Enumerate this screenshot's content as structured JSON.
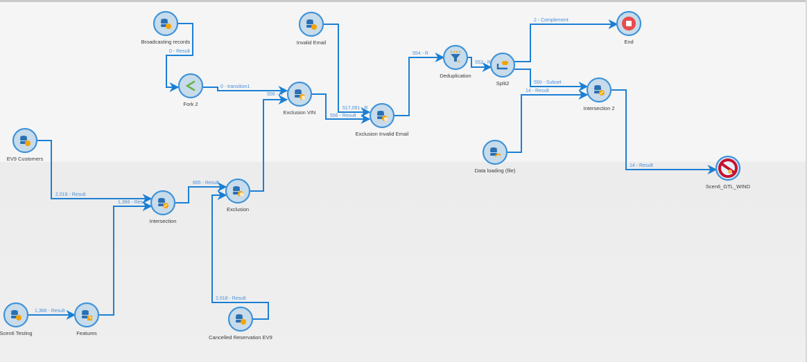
{
  "workflow": {
    "colors": {
      "edge": "#1a7fd4",
      "node_ring": "#3f93d9",
      "node_fill": "#c7dbea",
      "db_icon": "#2b6fb3",
      "badge_orange": "#f5a300",
      "fork_green": "#6ab04c",
      "end_red": "#e84c4c",
      "stop_red": "#c8102e"
    },
    "nodes": [
      {
        "id": "broadcasting-records",
        "label": "Broadcasting records",
        "icon": "query-icon"
      },
      {
        "id": "fork-2",
        "label": "Fork 2",
        "icon": "fork-icon"
      },
      {
        "id": "invalid-email",
        "label": "Invalid Email",
        "icon": "query-icon"
      },
      {
        "id": "exclusion-vin",
        "label": "Exclusion VIN",
        "icon": "exclusion-icon"
      },
      {
        "id": "exclusion-invalid-email",
        "label": "Exclusion Invalid Email",
        "icon": "exclusion-icon"
      },
      {
        "id": "deduplication",
        "label": "Deduplication",
        "icon": "deduplication-icon"
      },
      {
        "id": "split2",
        "label": "Split2",
        "icon": "split-icon"
      },
      {
        "id": "end",
        "label": "End",
        "icon": "end-icon"
      },
      {
        "id": "intersection-2",
        "label": "Intersection 2",
        "icon": "intersection-icon"
      },
      {
        "id": "data-loading-file",
        "label": "Data loading (file)",
        "icon": "data-loading-icon"
      },
      {
        "id": "scen6-gtl-wind",
        "label": "Scen6_GTL_WIND",
        "icon": "stop-delivery-icon"
      },
      {
        "id": "ev9-customers",
        "label": "EV9 Customers",
        "icon": "query-icon"
      },
      {
        "id": "intersection",
        "label": "Intersection",
        "icon": "intersection-icon"
      },
      {
        "id": "exclusion",
        "label": "Exclusion",
        "icon": "exclusion-icon"
      },
      {
        "id": "scen6-testing",
        "label": "Scen6 Testing",
        "icon": "query-icon"
      },
      {
        "id": "features",
        "label": "Features",
        "icon": "enrichment-icon"
      },
      {
        "id": "cancelled-reservation-ev9",
        "label": "Cancelled Reservation EV9",
        "icon": "query-icon"
      }
    ],
    "edges": [
      {
        "from": "broadcasting-records",
        "to": "fork-2",
        "label": "0 - Result"
      },
      {
        "from": "fork-2",
        "to": "exclusion-vin",
        "label": "0 - transition1"
      },
      {
        "from": "exclusion",
        "to": "exclusion-vin",
        "label": "556 - R"
      },
      {
        "from": "invalid-email",
        "to": "exclusion-invalid-email",
        "label": "517,091 - R"
      },
      {
        "from": "exclusion-vin",
        "to": "exclusion-invalid-email",
        "label": "556 - Result"
      },
      {
        "from": "exclusion-invalid-email",
        "to": "deduplication",
        "label": "554 - R"
      },
      {
        "from": "deduplication",
        "to": "split2",
        "label": "552 - R"
      },
      {
        "from": "split2",
        "to": "end",
        "label": "2 - Complement"
      },
      {
        "from": "split2",
        "to": "intersection-2",
        "label": "550 - Subset"
      },
      {
        "from": "data-loading-file",
        "to": "intersection-2",
        "label": "14 - Result"
      },
      {
        "from": "intersection-2",
        "to": "scen6-gtl-wind",
        "label": "14 - Result"
      },
      {
        "from": "ev9-customers",
        "to": "intersection",
        "label": "2,019 - Result"
      },
      {
        "from": "features",
        "to": "intersection",
        "label": "1,366 - Res"
      },
      {
        "from": "intersection",
        "to": "exclusion",
        "label": "665 - Result"
      },
      {
        "from": "cancelled-reservation-ev9",
        "to": "exclusion",
        "label": "2,018 - Result"
      },
      {
        "from": "scen6-testing",
        "to": "features",
        "label": "1,366 - Result"
      }
    ]
  }
}
